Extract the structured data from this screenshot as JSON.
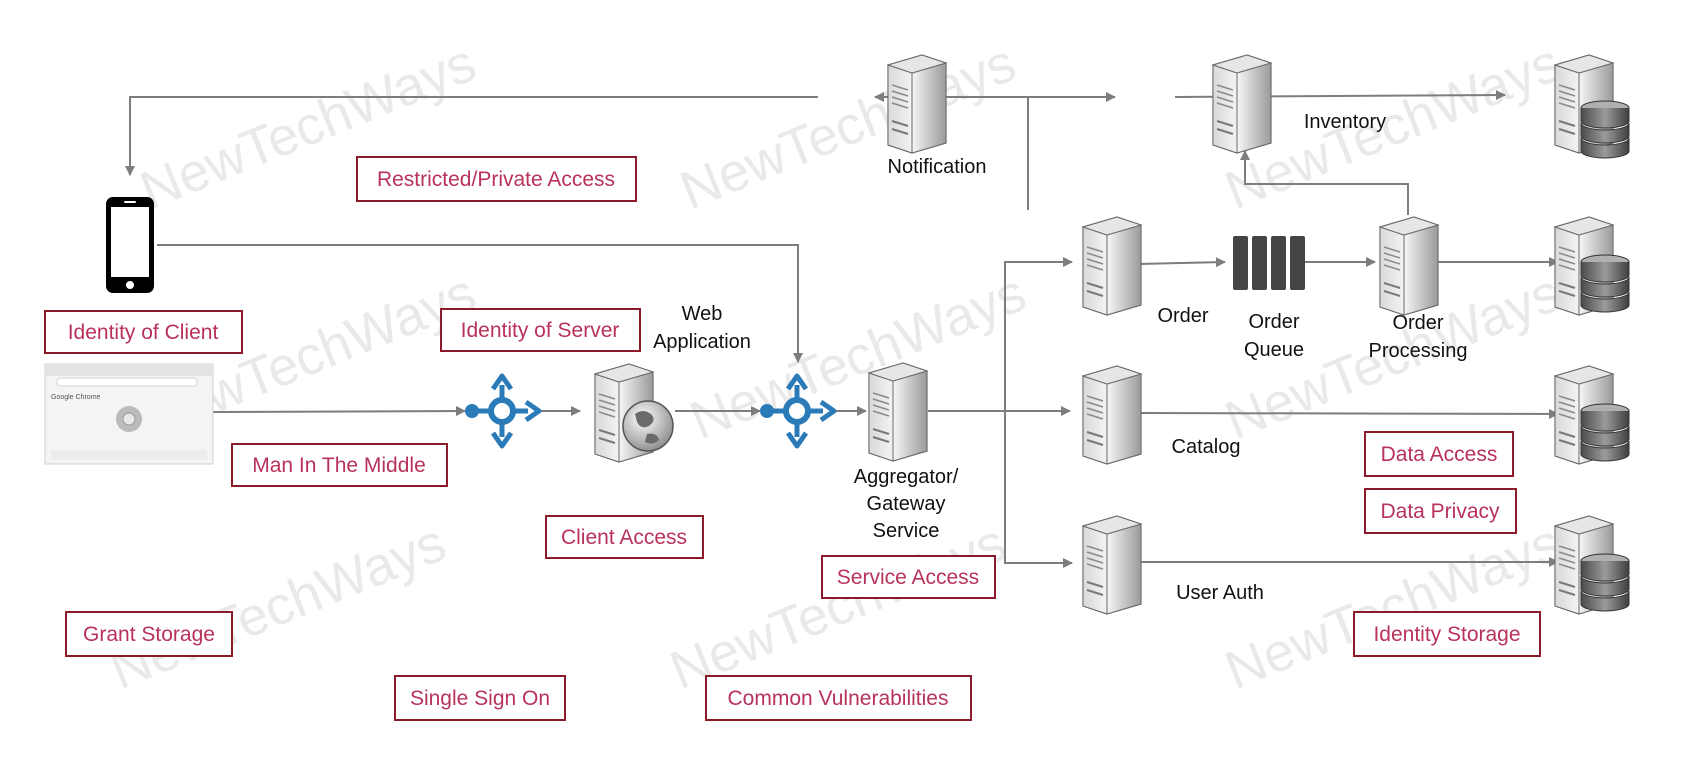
{
  "watermark": "NewTechWays",
  "labels": {
    "notification": "Notification",
    "inventory": "Inventory",
    "order": "Order",
    "order_queue_line1": "Order",
    "order_queue_line2": "Queue",
    "order_processing_line1": "Order",
    "order_processing_line2": "Processing",
    "catalog": "Catalog",
    "user_auth": "User Auth",
    "web_app_line1": "Web",
    "web_app_line2": "Application",
    "gateway_line1": "Aggregator/",
    "gateway_line2": "Gateway",
    "gateway_line3": "Service",
    "browser_title": "Google Chrome"
  },
  "concepts": {
    "restricted": "Restricted/Private Access",
    "identity_client": "Identity of Client",
    "identity_server": "Identity of Server",
    "mitm": "Man In The Middle",
    "client_access": "Client Access",
    "service_access": "Service Access",
    "data_access": "Data Access",
    "data_privacy": "Data Privacy",
    "identity_storage": "Identity Storage",
    "grant_storage": "Grant Storage",
    "sso": "Single Sign On",
    "common_vuln": "Common Vulnerabilities"
  },
  "colors": {
    "concept_text": "#b8325a",
    "concept_border": "#8b1a2b",
    "router_blue": "#2b7bb9",
    "connector": "#7d7d7d"
  }
}
